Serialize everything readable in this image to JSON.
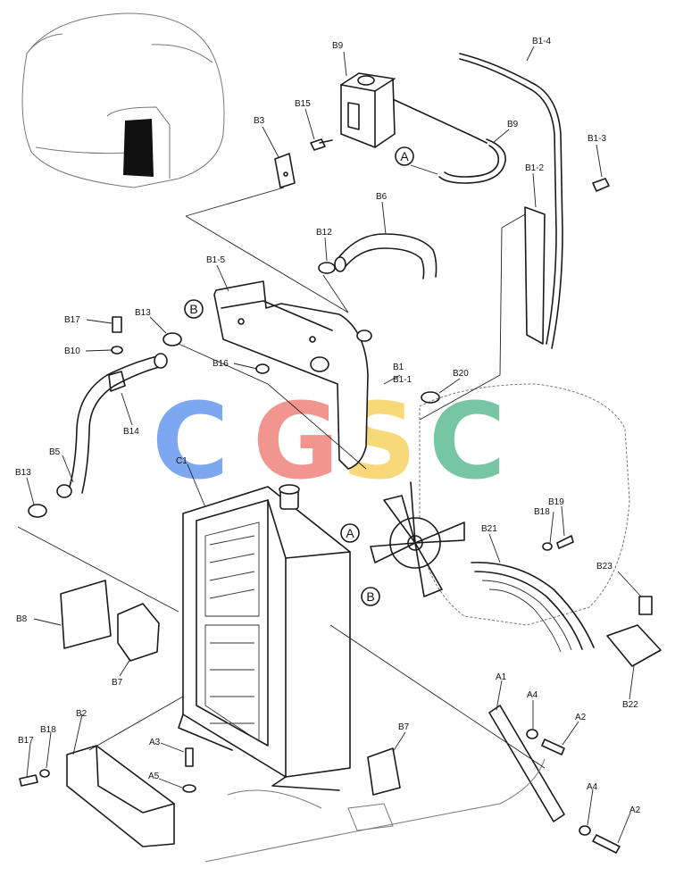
{
  "watermark": {
    "letters": [
      "C",
      "G",
      "S",
      "C"
    ],
    "colors": [
      "#6f9ff0",
      "#f08a82",
      "#f7d56b",
      "#68bf9a"
    ]
  },
  "callouts": {
    "circle_a_top": "A",
    "circle_a_mid": "A",
    "circle_b_top": "B",
    "circle_b_mid": "B"
  },
  "labels": {
    "B9_tank": "B9",
    "B1_4": "B1-4",
    "B15": "B15",
    "B3": "B3",
    "B9_hose": "B9",
    "B1_3": "B1-3",
    "B1_2": "B1-2",
    "B6": "B6",
    "B12": "B12",
    "B1_5": "B1-5",
    "B17_top": "B17",
    "B13_top": "B13",
    "B10": "B10",
    "B16": "B16",
    "B1": "B1",
    "B1_1": "B1-1",
    "B20": "B20",
    "B14": "B14",
    "B5": "B5",
    "B13_left": "B13",
    "C1": "C1",
    "B18_right": "B18",
    "B19": "B19",
    "B21": "B21",
    "B23": "B23",
    "B8": "B8",
    "B7_left": "B7",
    "B22": "B22",
    "A1": "A1",
    "A4_top": "A4",
    "A2_top": "A2",
    "B2": "B2",
    "B18_left": "B18",
    "B17_left": "B17",
    "A3": "A3",
    "B7_bottom": "B7",
    "A5": "A5",
    "A4_bottom": "A4",
    "A2_bottom": "A2"
  }
}
